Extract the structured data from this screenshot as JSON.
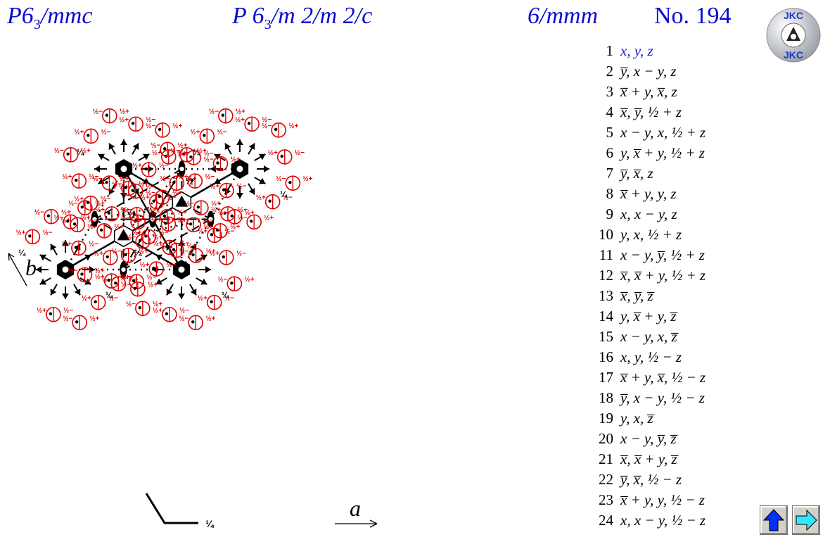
{
  "header": {
    "short_symbol": "P6",
    "short_sub": "3",
    "short_rest": "/mmc",
    "full_pre": "P 6",
    "full_sub": "3",
    "full_rest": "/m 2/m 2/c",
    "point_group": "6/mmm",
    "number": "No. 194"
  },
  "logo": {
    "text_top": "JKC",
    "text_bottom": "JKC",
    "icon": "jkc-logo-icon"
  },
  "axes": {
    "a": "a",
    "b": "b"
  },
  "height_label": "¼",
  "fraction_quarter": "¼",
  "fraction_half": "½",
  "general_positions": [
    {
      "n": "1",
      "xyz": "x, y, z"
    },
    {
      "n": "2",
      "xyz": "y̅, x − y, z"
    },
    {
      "n": "3",
      "xyz": "x̅ + y, x̅, z"
    },
    {
      "n": "4",
      "xyz": "x̅, y̅, ½ + z"
    },
    {
      "n": "5",
      "xyz": "x − y, x, ½ + z"
    },
    {
      "n": "6",
      "xyz": "y, x̅ + y, ½ + z"
    },
    {
      "n": "7",
      "xyz": "y̅, x̅, z"
    },
    {
      "n": "8",
      "xyz": "x̅ + y, y, z"
    },
    {
      "n": "9",
      "xyz": "x, x − y, z"
    },
    {
      "n": "10",
      "xyz": "y, x, ½ + z"
    },
    {
      "n": "11",
      "xyz": "x − y, y̅, ½ + z"
    },
    {
      "n": "12",
      "xyz": "x̅, x̅ + y, ½ + z"
    },
    {
      "n": "13",
      "xyz": "x̅, y̅, z̅"
    },
    {
      "n": "14",
      "xyz": "y, x̅ + y, z̅"
    },
    {
      "n": "15",
      "xyz": "x − y, x, z̅"
    },
    {
      "n": "16",
      "xyz": "x, y, ½ − z"
    },
    {
      "n": "17",
      "xyz": "x̅ + y, x̅, ½ − z"
    },
    {
      "n": "18",
      "xyz": "y̅, x − y, ½ − z"
    },
    {
      "n": "19",
      "xyz": "y, x, z̅"
    },
    {
      "n": "20",
      "xyz": "x − y, y̅, z̅"
    },
    {
      "n": "21",
      "xyz": "x̅, x̅ + y, z̅"
    },
    {
      "n": "22",
      "xyz": "y̅, x̅, ½ − z"
    },
    {
      "n": "23",
      "xyz": "x̅ + y, y, ½ − z"
    },
    {
      "n": "24",
      "xyz": "x, x − y, ½ − z"
    }
  ],
  "colors": {
    "title": "#0a0ad0",
    "positions": "#dd0000",
    "lines": "#000000",
    "first_position": "#1a1ad8"
  },
  "nav": {
    "up_icon": "arrow-up-icon",
    "next_icon": "arrow-right-icon"
  }
}
